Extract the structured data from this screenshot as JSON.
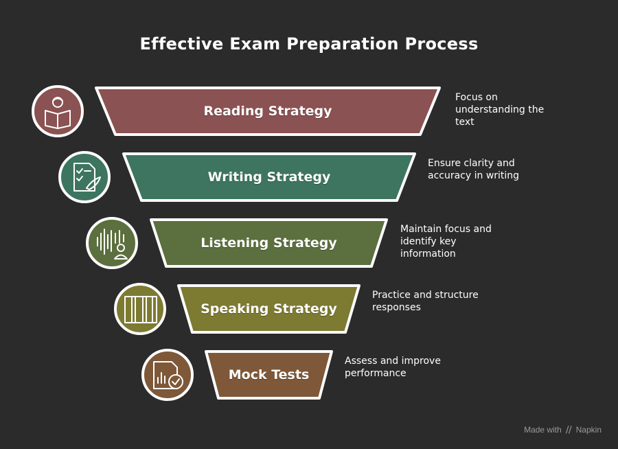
{
  "title": "Effective Exam Preparation Process",
  "steps": [
    {
      "label": "Reading Strategy",
      "description": "Focus on\nunderstanding the\ntext",
      "color": "#8a5252",
      "icon": "reading-book-icon"
    },
    {
      "label": "Writing Strategy",
      "description": "Ensure clarity and\naccuracy in writing",
      "color": "#3d7560",
      "icon": "checklist-pen-icon"
    },
    {
      "label": "Listening Strategy",
      "description": "Maintain focus and\nidentify key\ninformation",
      "color": "#5c6f3e",
      "icon": "soundwave-person-icon"
    },
    {
      "label": "Speaking Strategy",
      "description": "Practice and structure\nresponses",
      "color": "#7d7a32",
      "icon": "book-spines-icon"
    },
    {
      "label": "Mock Tests",
      "description": "Assess and improve\nperformance",
      "color": "#7e5838",
      "icon": "document-chart-check-icon"
    }
  ],
  "footer": {
    "made_with": "Made with",
    "brand": "Napkin"
  }
}
